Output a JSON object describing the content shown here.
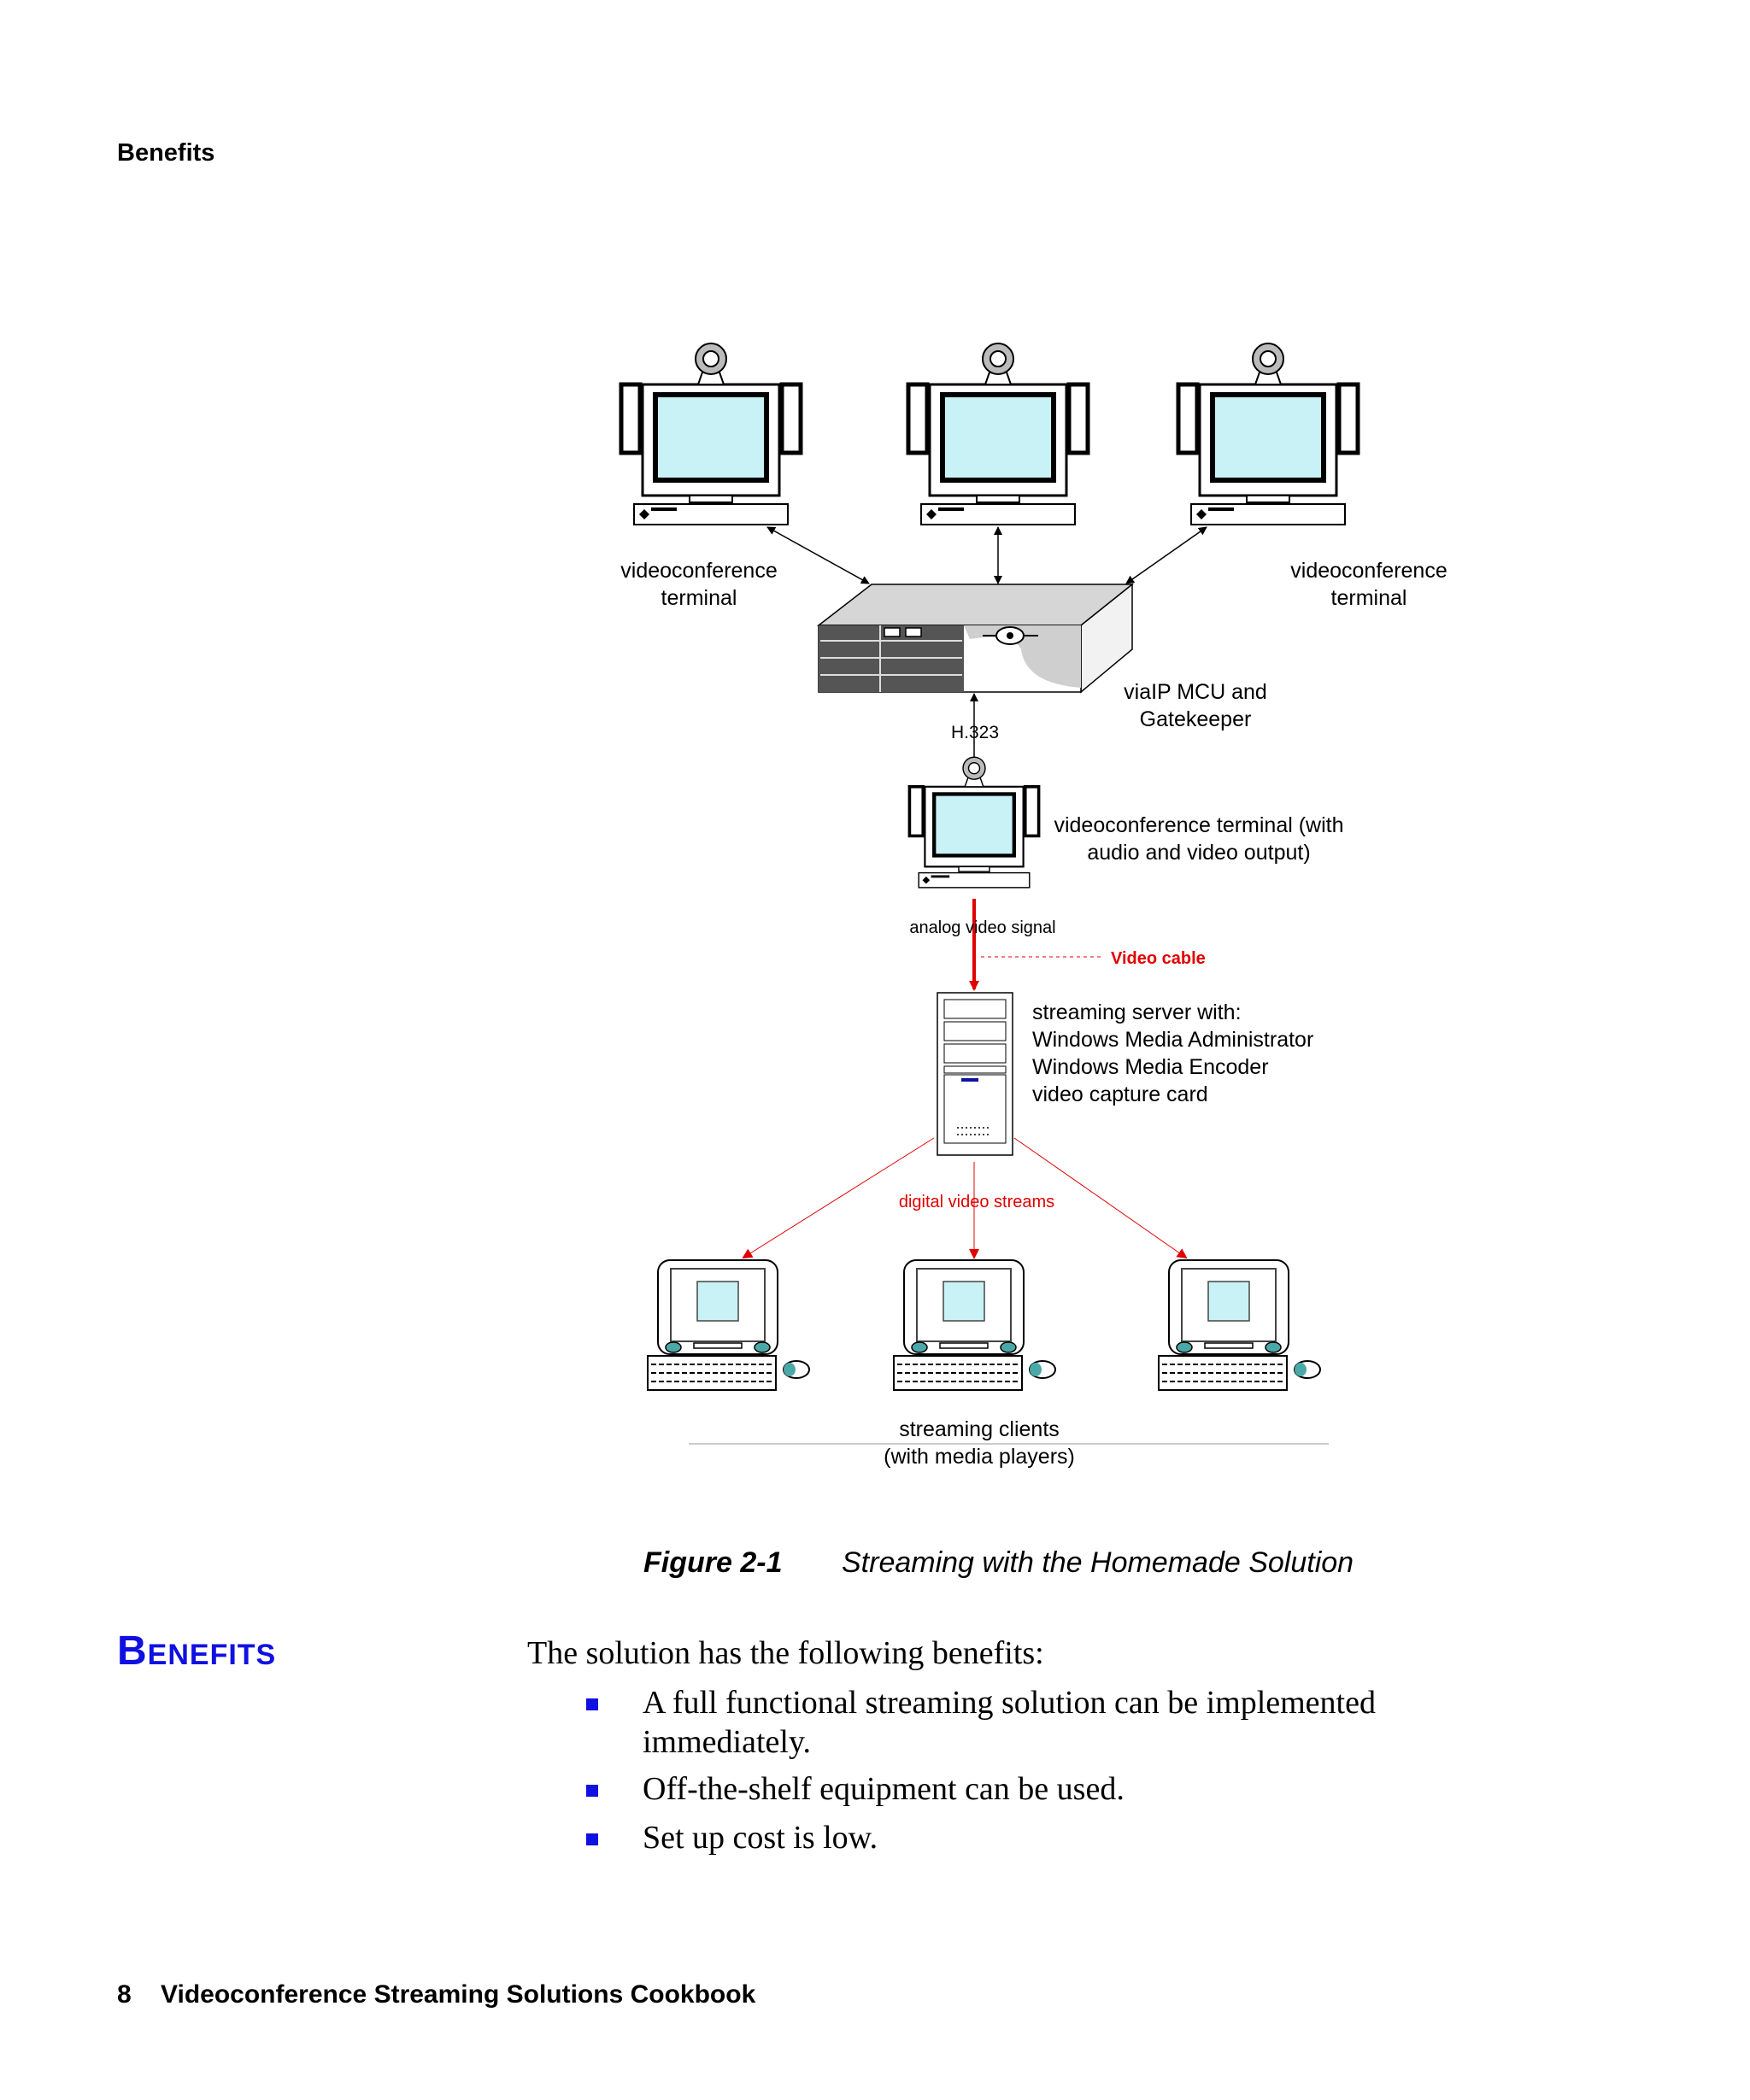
{
  "running_head": "Benefits",
  "diagram": {
    "top_terminal_label_line1": "videoconference",
    "top_terminal_label_line2": "terminal",
    "right_terminal_label_line1": "videoconference",
    "right_terminal_label_line2": "terminal",
    "mcu_label_line1": "viaIP MCU and",
    "mcu_label_line2": "Gatekeeper",
    "protocol_label": "H.323",
    "output_terminal_label_line1": "videoconference terminal (with",
    "output_terminal_label_line2": "audio and video output)",
    "analog_signal_label": "analog video signal",
    "cable_callout": "Video cable",
    "server_label_lines": [
      "streaming server with:",
      "Windows Media Administrator",
      "Windows Media Encoder",
      "video capture card"
    ],
    "streams_label": "digital video streams",
    "clients_label_line1": "streaming clients",
    "clients_label_line2": "(with media players)",
    "colors": {
      "accent_red": "#e00000",
      "screen": "#c8f2f6",
      "mcu_top": "#d6d6d6"
    }
  },
  "figure": {
    "number": "Figure 2-1",
    "title": "Streaming with the Homemade Solution"
  },
  "section": {
    "heading": "Benefits",
    "intro": "The solution has the following benefits:",
    "bullets": [
      {
        "line1": "A full functional streaming solution can be implemented",
        "line2": "immediately."
      },
      {
        "line1": "Off-the-shelf equipment can be used.",
        "line2": ""
      },
      {
        "line1": "Set up cost is low.",
        "line2": ""
      }
    ],
    "bullet_color": "#1010e0"
  },
  "footer": {
    "page_number": "8",
    "book_title": "Videoconference Streaming Solutions Cookbook"
  }
}
